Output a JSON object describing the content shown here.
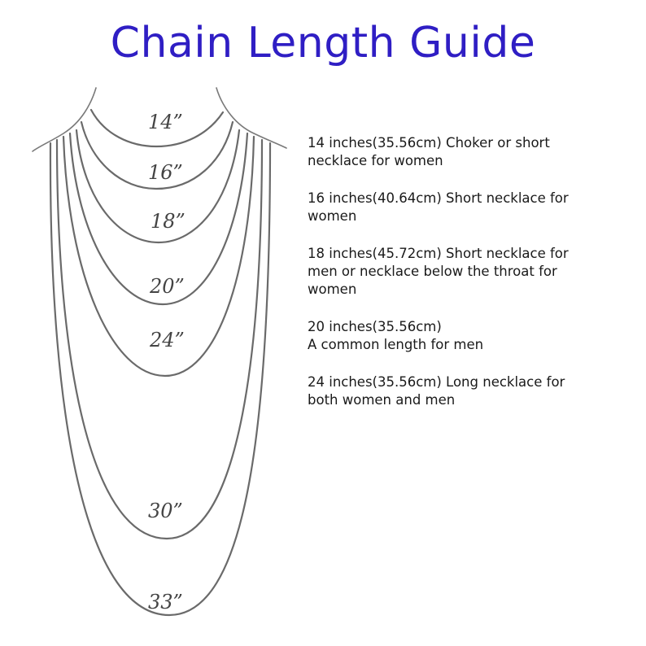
{
  "title": "Chain Length Guide",
  "chain_labels": [
    "14”",
    "16”",
    "18”",
    "20”",
    "24”",
    "30”",
    "33”"
  ],
  "legend": [
    {
      "lines": [
        "14 inches(35.56cm) Choker or short",
        "necklace for women"
      ]
    },
    {
      "lines": [
        "16 inches(40.64cm) Short necklace for",
        "women"
      ]
    },
    {
      "lines": [
        "18 inches(45.72cm) Short necklace for",
        "men or necklace below the throat for",
        "women"
      ]
    },
    {
      "lines": [
        "20 inches(35.56cm)",
        "A common length for men"
      ]
    },
    {
      "lines": [
        "24 inches(35.56cm) Long necklace for",
        "both women and men"
      ]
    }
  ]
}
